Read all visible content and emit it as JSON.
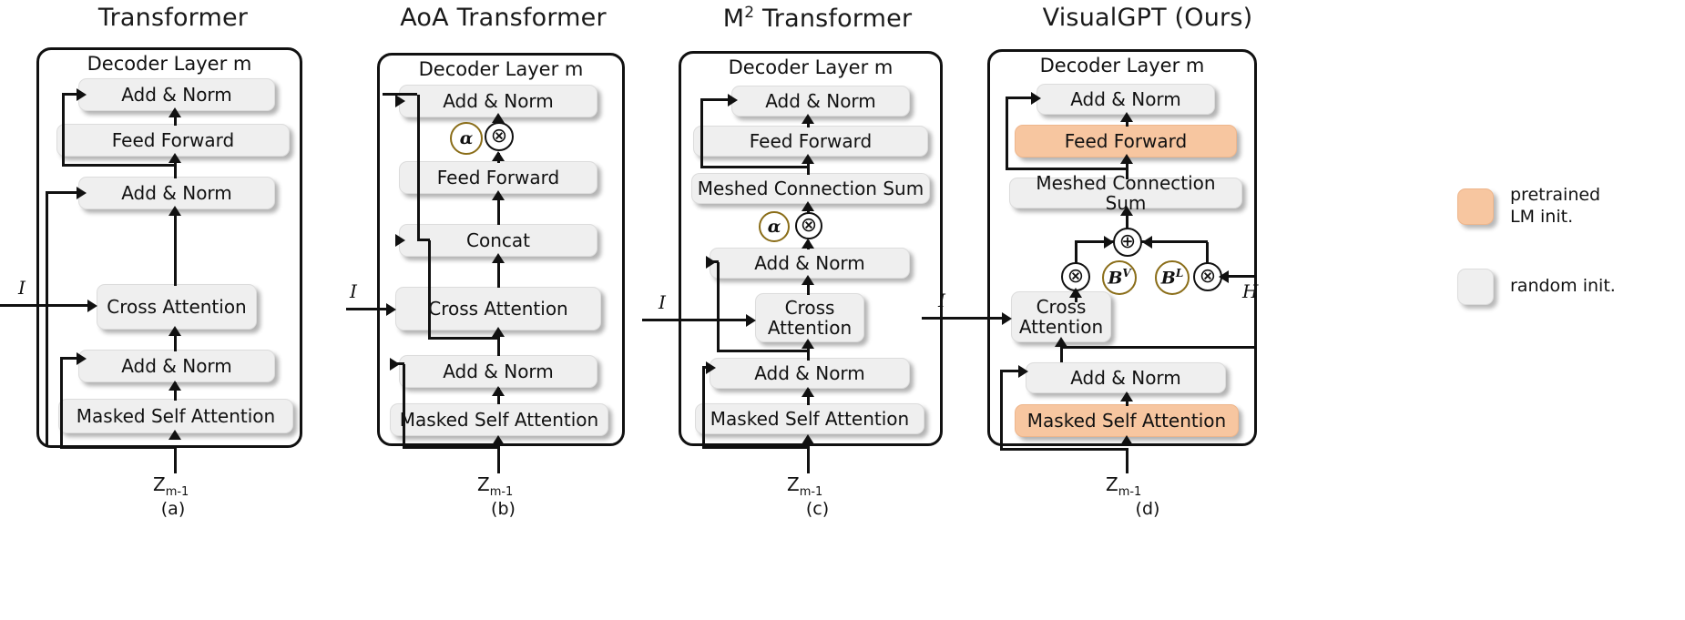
{
  "figure": {
    "background": "#ffffff",
    "accent_pretrained": "#f7c6a0",
    "accent_random": "#efefef",
    "accent_gate": "#8a6d18"
  },
  "panels": [
    {
      "title": "Transformer",
      "caption": "(a)",
      "layer_caption": "Decoder Layer m",
      "input_label": "I",
      "bottom_label": "Z",
      "bottom_label_sub": "m-1",
      "blocks": [
        {
          "label": "Add & Norm",
          "init": "random"
        },
        {
          "label": "Feed Forward",
          "init": "random"
        },
        {
          "label": "Add & Norm",
          "init": "random"
        },
        {
          "label": "Cross Attention",
          "init": "random"
        },
        {
          "label": "Add & Norm",
          "init": "random"
        },
        {
          "label": "Masked Self Attention",
          "init": "random"
        }
      ]
    },
    {
      "title": "AoA Transformer",
      "caption": "(b)",
      "layer_caption": "Decoder Layer m",
      "input_label": "I",
      "bottom_label": "Z",
      "bottom_label_sub": "m-1",
      "gate_symbol": "α",
      "mult_symbol": "⊗",
      "blocks": [
        {
          "label": "Add & Norm",
          "init": "random"
        },
        {
          "label": "Feed Forward",
          "init": "random"
        },
        {
          "label": "Concat",
          "init": "random"
        },
        {
          "label": "Cross Attention",
          "init": "random"
        },
        {
          "label": "Add & Norm",
          "init": "random"
        },
        {
          "label": "Masked Self Attention",
          "init": "random"
        }
      ]
    },
    {
      "title": "M",
      "title_sup": "2",
      "title_rest": " Transformer",
      "caption": "(c)",
      "layer_caption": "Decoder Layer m",
      "input_label": "I",
      "bottom_label": "Z",
      "bottom_label_sub": "m-1",
      "gate_symbol": "α",
      "mult_symbol": "⊗",
      "blocks": [
        {
          "label": "Add & Norm",
          "init": "random"
        },
        {
          "label": "Feed Forward",
          "init": "random"
        },
        {
          "label": "Meshed Connection Sum",
          "init": "random"
        },
        {
          "label": "Add & Norm",
          "init": "random"
        },
        {
          "label": "Cross Attention",
          "init": "random"
        },
        {
          "label": "Add & Norm",
          "init": "random"
        },
        {
          "label": "Masked Self Attention",
          "init": "random"
        }
      ]
    },
    {
      "title": "VisualGPT (Ours)",
      "caption": "(d)",
      "layer_caption": "Decoder Layer m",
      "input_label": "I",
      "hidden_label": "H",
      "bottom_label": "Z",
      "bottom_label_sub": "m-1",
      "mult_symbol": "⊗",
      "sum_symbol": "⊕",
      "gate_visual": "B",
      "gate_visual_sup": "V",
      "gate_language": "B",
      "gate_language_sup": "L",
      "blocks": [
        {
          "label": "Add & Norm",
          "init": "random"
        },
        {
          "label": "Feed Forward",
          "init": "pretrained"
        },
        {
          "label": "Meshed Connection Sum",
          "init": "random"
        },
        {
          "label": "Cross Attention",
          "init": "random"
        },
        {
          "label": "Add & Norm",
          "init": "random"
        },
        {
          "label": "Masked Self Attention",
          "init": "pretrained"
        }
      ]
    }
  ],
  "legend": {
    "items": [
      {
        "swatch": "orange",
        "label": "pretrained\nLM init."
      },
      {
        "swatch": "grey",
        "label": "random init."
      }
    ]
  }
}
